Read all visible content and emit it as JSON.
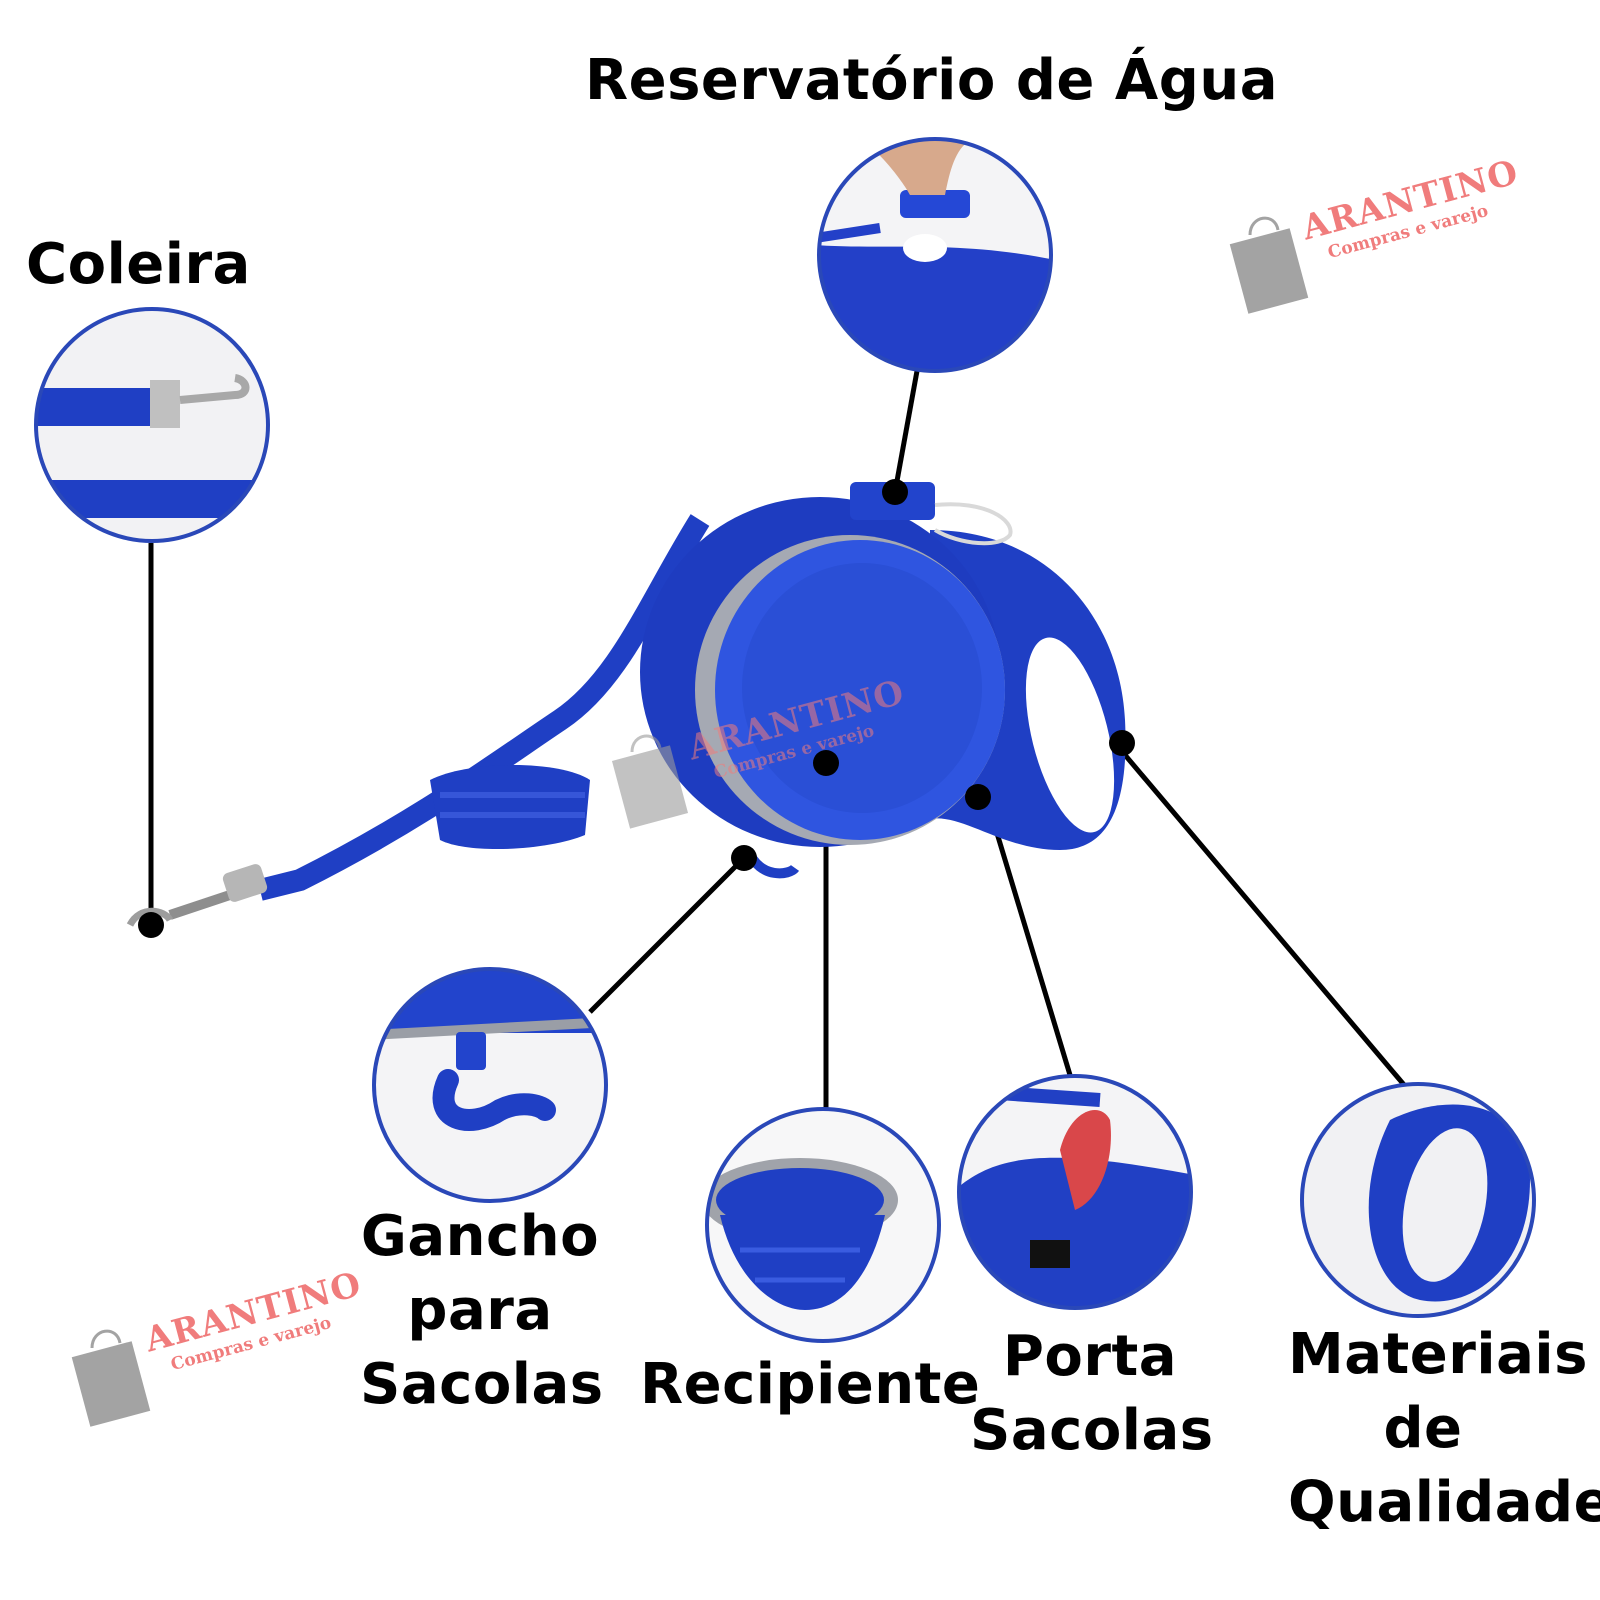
{
  "labels": {
    "reservatorio": "Reservatório de Água",
    "coleira": "Coleira",
    "gancho": [
      "Gancho",
      "para",
      "Sacolas"
    ],
    "recipiente": "Recipiente",
    "porta": [
      "Porta",
      "Sacolas"
    ],
    "materiais": [
      "Materiais",
      "de",
      "Qualidade"
    ]
  },
  "watermark": {
    "brand": "ARANTINO",
    "tagline": "Compras e varejo"
  },
  "colors": {
    "product_blue": "#1f3fc4",
    "outline_blue": "#2a48b8",
    "watermark_pink": "#f07c7c",
    "bag_gray": "#9a9a9a"
  },
  "icons": {
    "watermark": "shopping-bag-icon"
  }
}
